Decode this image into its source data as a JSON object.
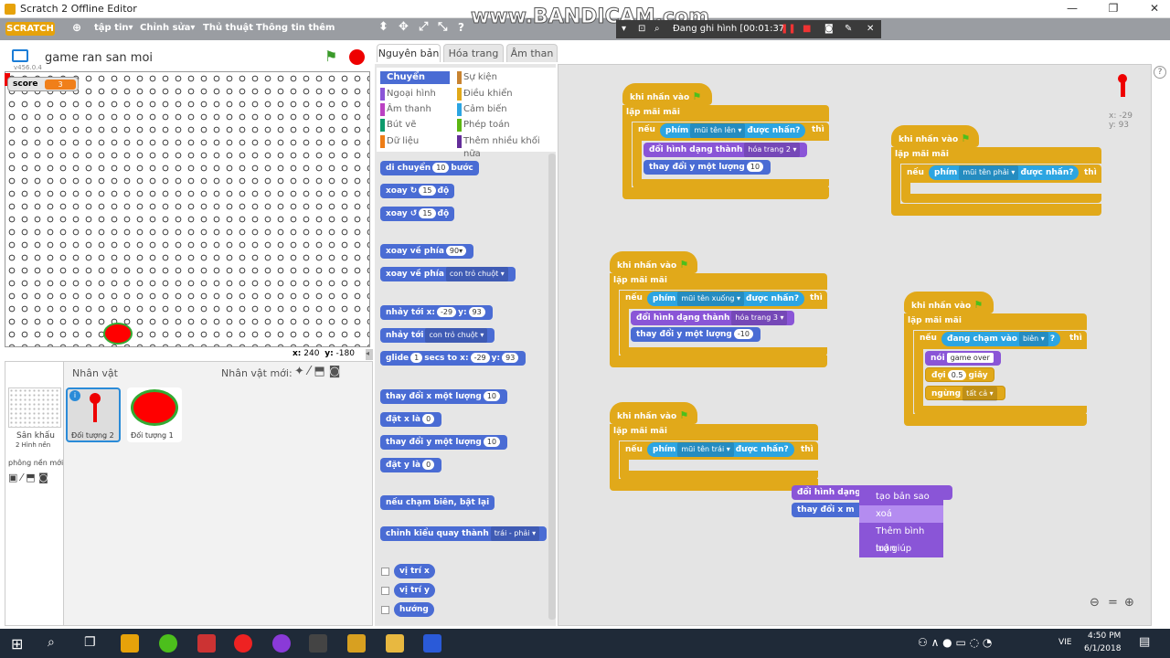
{
  "window": {
    "title": "Scratch 2 Offline Editor",
    "minimize": "—",
    "maximize": "❐",
    "close": "✕"
  },
  "menu": {
    "logo": "SCRATCH",
    "file": "tập tin▾",
    "edit": "Chỉnh sửa▾",
    "tips": "Thủ thuật",
    "about": "Thông tin thêm"
  },
  "watermark": "www.BANDICAM.com",
  "recorder": {
    "status": "Đang ghi hình [00:01:37"
  },
  "stage": {
    "project_title": "game ran san moi",
    "version": "v456.0.4",
    "score_label": "score",
    "score_value": "3",
    "x_label": "x:",
    "x_value": "240",
    "y_label": "y:",
    "y_value": "-180"
  },
  "sprites": {
    "header": "Nhân vật",
    "new_label": "Nhân vật mới:",
    "stage_label": "Sân khấu",
    "stage_sub": "2 Hình nền",
    "new_backdrop": "phông nền mới",
    "items": [
      "Đối tượng 2",
      "Đối tượng 1"
    ]
  },
  "tabs": {
    "scripts": "Nguyên bản",
    "costumes": "Hóa trang",
    "sounds": "Âm than"
  },
  "categories": {
    "motion": "Chuyển động",
    "looks": "Ngoại hình",
    "sound": "Âm thanh",
    "pen": "Bút vẽ",
    "data": "Dữ liệu",
    "events": "Sự kiện",
    "control": "Điều khiển",
    "sensing": "Cảm biến",
    "operators": "Phép toán",
    "more": "Thêm nhiều khối nữa"
  },
  "palette": {
    "move": "di chuyển",
    "move_val": "10",
    "move_tail": "bước",
    "turn_r": "xoay",
    "turn_r_val": "15",
    "turn_unit": "độ",
    "turn_l": "xoay",
    "turn_l_val": "15",
    "point_dir": "xoay về phía",
    "point_dir_val": "90▾",
    "point_to": "xoay về phía",
    "point_to_val": "con trỏ chuột ▾",
    "goto_xy": "nhảy tới x:",
    "goto_x": "-29",
    "goto_y_lbl": "y:",
    "goto_y": "93",
    "goto": "nhảy tới",
    "goto_val": "con trỏ chuột ▾",
    "glide": "glide",
    "glide_secs": "1",
    "glide_mid": "secs to x:",
    "glide_x": "-29",
    "glide_y_lbl": "y:",
    "glide_y": "93",
    "change_x": "thay đổi x một lượng",
    "change_x_val": "10",
    "set_x": "đặt x là",
    "set_x_val": "0",
    "change_y": "thay đổi y một lượng",
    "change_y_val": "10",
    "set_y": "đặt y là",
    "set_y_val": "0",
    "bounce": "nếu chạm biên, bật lại",
    "rotation": "chỉnh kiểu quay thành",
    "rotation_val": "trái - phải ▾",
    "xpos": "vị trí x",
    "ypos": "vị trí y",
    "direction": "hướng"
  },
  "scripts": {
    "hat": "khi nhấn vào",
    "forever": "lặp mãi mãi",
    "if": "nếu",
    "then": "thì",
    "key": "phím",
    "pressed": "được nhấn?",
    "up": "mũi tên lên ▾",
    "right": "mũi tên phải ▾",
    "down": "mũi tên xuống ▾",
    "left": "mũi tên trái ▾",
    "switch": "đổi hình dạng thành",
    "c2": "hóa trang 2 ▾",
    "c3": "hóa trang 3 ▾",
    "change_y": "thay đổi y một lượng",
    "v10": "10",
    "vm10": "-10",
    "touching": "đang chạm vào",
    "edge": "biên ▾",
    "q": "?",
    "say": "nói",
    "say_val": "game over",
    "wait": "đợi",
    "wait_val": "0.5",
    "wait_unit": "giây",
    "stop": "ngừng",
    "stop_val": "tất cả ▾",
    "loose1": "đổi hình dạng",
    "loose2": "thay đổi x m",
    "sx": "x: -29",
    "sy": "y: 93"
  },
  "context_menu": [
    "tạo bản sao",
    "xoá",
    "Thêm bình luận",
    "trợ giúp"
  ],
  "taskbar": {
    "lang": "VIE",
    "time": "4:50 PM",
    "date": "6/1/2018"
  }
}
